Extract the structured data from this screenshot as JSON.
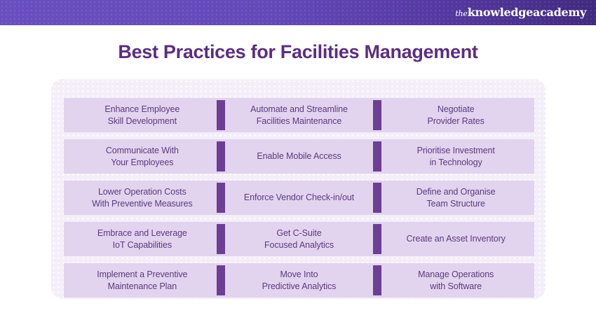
{
  "header": {
    "brand_the": "the",
    "brand_main": "knowledgeacademy",
    "gradient_start": "#6a4fc0",
    "gradient_end": "#412a80"
  },
  "title": "Best Practices for Facilities Management",
  "theme": {
    "title_color": "#5b2d82",
    "cell_bg": "#e2d3ef",
    "cell_text_color": "#5c3b7d",
    "accent_bar_color": "#6d3f94",
    "panel_bg": "#f4eef8"
  },
  "grid": {
    "columns": 3,
    "rows": 5,
    "cells": [
      {
        "text": "Enhance Employee\nSkill Development",
        "column": 1,
        "row": 1
      },
      {
        "text": "Automate and Streamline\nFacilities Maintenance",
        "column": 2,
        "row": 1
      },
      {
        "text": "Negotiate\nProvider Rates",
        "column": 3,
        "row": 1
      },
      {
        "text": "Communicate With\nYour Employees",
        "column": 1,
        "row": 2
      },
      {
        "text": "Enable Mobile Access",
        "column": 2,
        "row": 2
      },
      {
        "text": "Prioritise Investment\nin Technology",
        "column": 3,
        "row": 2
      },
      {
        "text": "Lower Operation Costs\nWith Preventive Measures",
        "column": 1,
        "row": 3
      },
      {
        "text": "Enforce Vendor Check-in/out",
        "column": 2,
        "row": 3
      },
      {
        "text": "Define and Organise\nTeam Structure",
        "column": 3,
        "row": 3
      },
      {
        "text": "Embrace and Leverage\nIoT Capabilities",
        "column": 1,
        "row": 4
      },
      {
        "text": "Get C-Suite\nFocused Analytics",
        "column": 2,
        "row": 4
      },
      {
        "text": "Create an Asset Inventory",
        "column": 3,
        "row": 4
      },
      {
        "text": "Implement a Preventive\nMaintenance Plan",
        "column": 1,
        "row": 5
      },
      {
        "text": "Move Into\nPredictive Analytics",
        "column": 2,
        "row": 5
      },
      {
        "text": "Manage Operations\nwith Software",
        "column": 3,
        "row": 5
      }
    ]
  }
}
